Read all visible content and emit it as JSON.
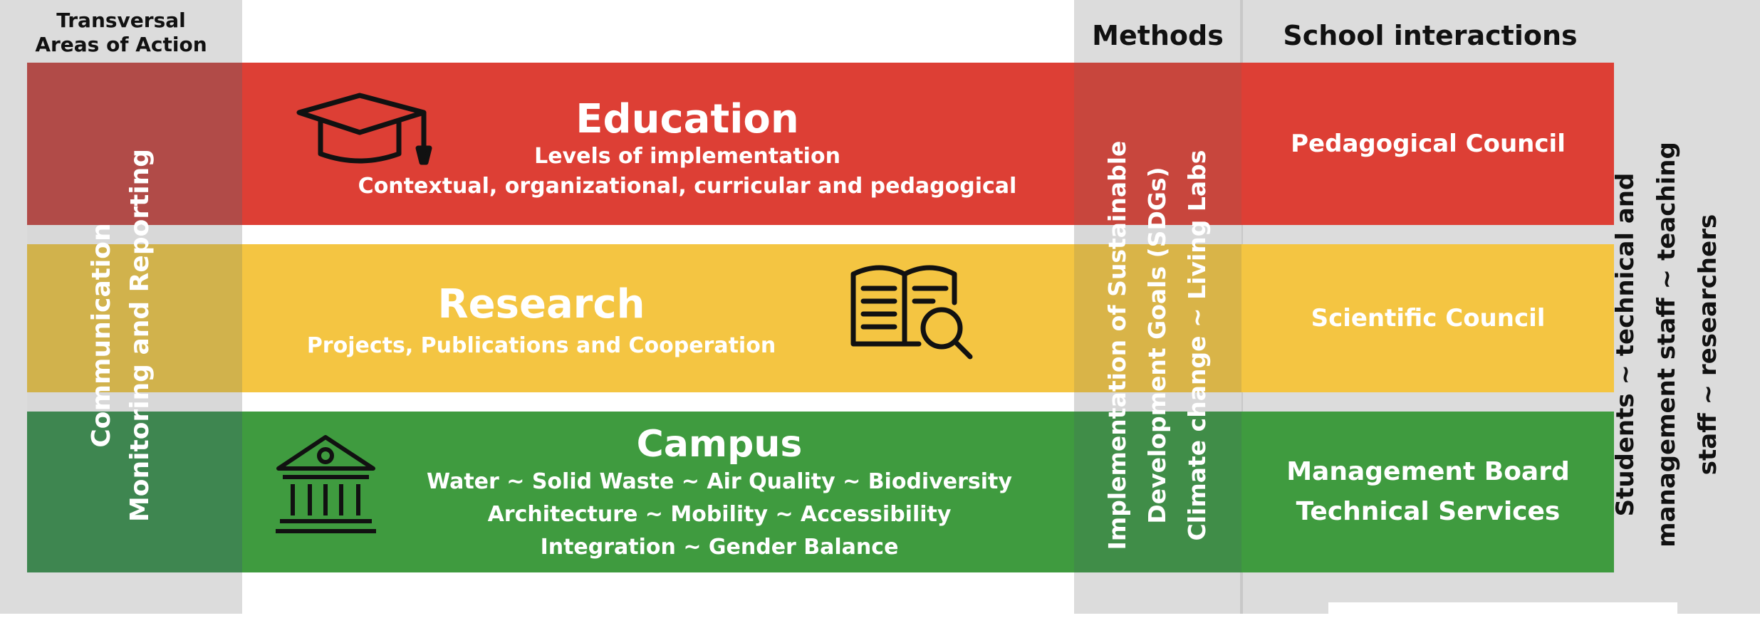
{
  "headers": {
    "transversal": [
      "Transversal",
      "Areas of Action"
    ],
    "methods": "Methods",
    "school_interactions": "School interactions"
  },
  "transversal_vertical": [
    "Communication",
    "Monitoring and Reporting"
  ],
  "methods_vertical": [
    "Implementation of Sustainable",
    "Development Goals (SDGs)",
    "Climate change ~ Living Labs"
  ],
  "stakeholders_vertical": [
    "Students ~ technical and",
    "management staff ~ teaching",
    "staff ~ researchers"
  ],
  "rows": {
    "education": {
      "title": "Education",
      "lines": [
        "Levels of implementation",
        "Contextual, organizational, curricular and pedagogical"
      ],
      "interaction": [
        "Pedagogical Council"
      ],
      "icon": "graduation-cap-icon",
      "color": "#dd3f35"
    },
    "research": {
      "title": "Research",
      "lines": [
        "Projects, Publications and Cooperation"
      ],
      "interaction": [
        "Scientific Council"
      ],
      "icon": "book-magnifier-icon",
      "color": "#f4c542"
    },
    "campus": {
      "title": "Campus",
      "lines": [
        "Water ~ Solid Waste ~ Air Quality ~ Biodiversity",
        "Architecture ~ Mobility ~ Accessibility",
        "Integration ~ Gender Balance"
      ],
      "interaction": [
        "Management Board",
        "Technical Services"
      ],
      "icon": "institution-building-icon",
      "color": "#3f9b3f"
    }
  }
}
